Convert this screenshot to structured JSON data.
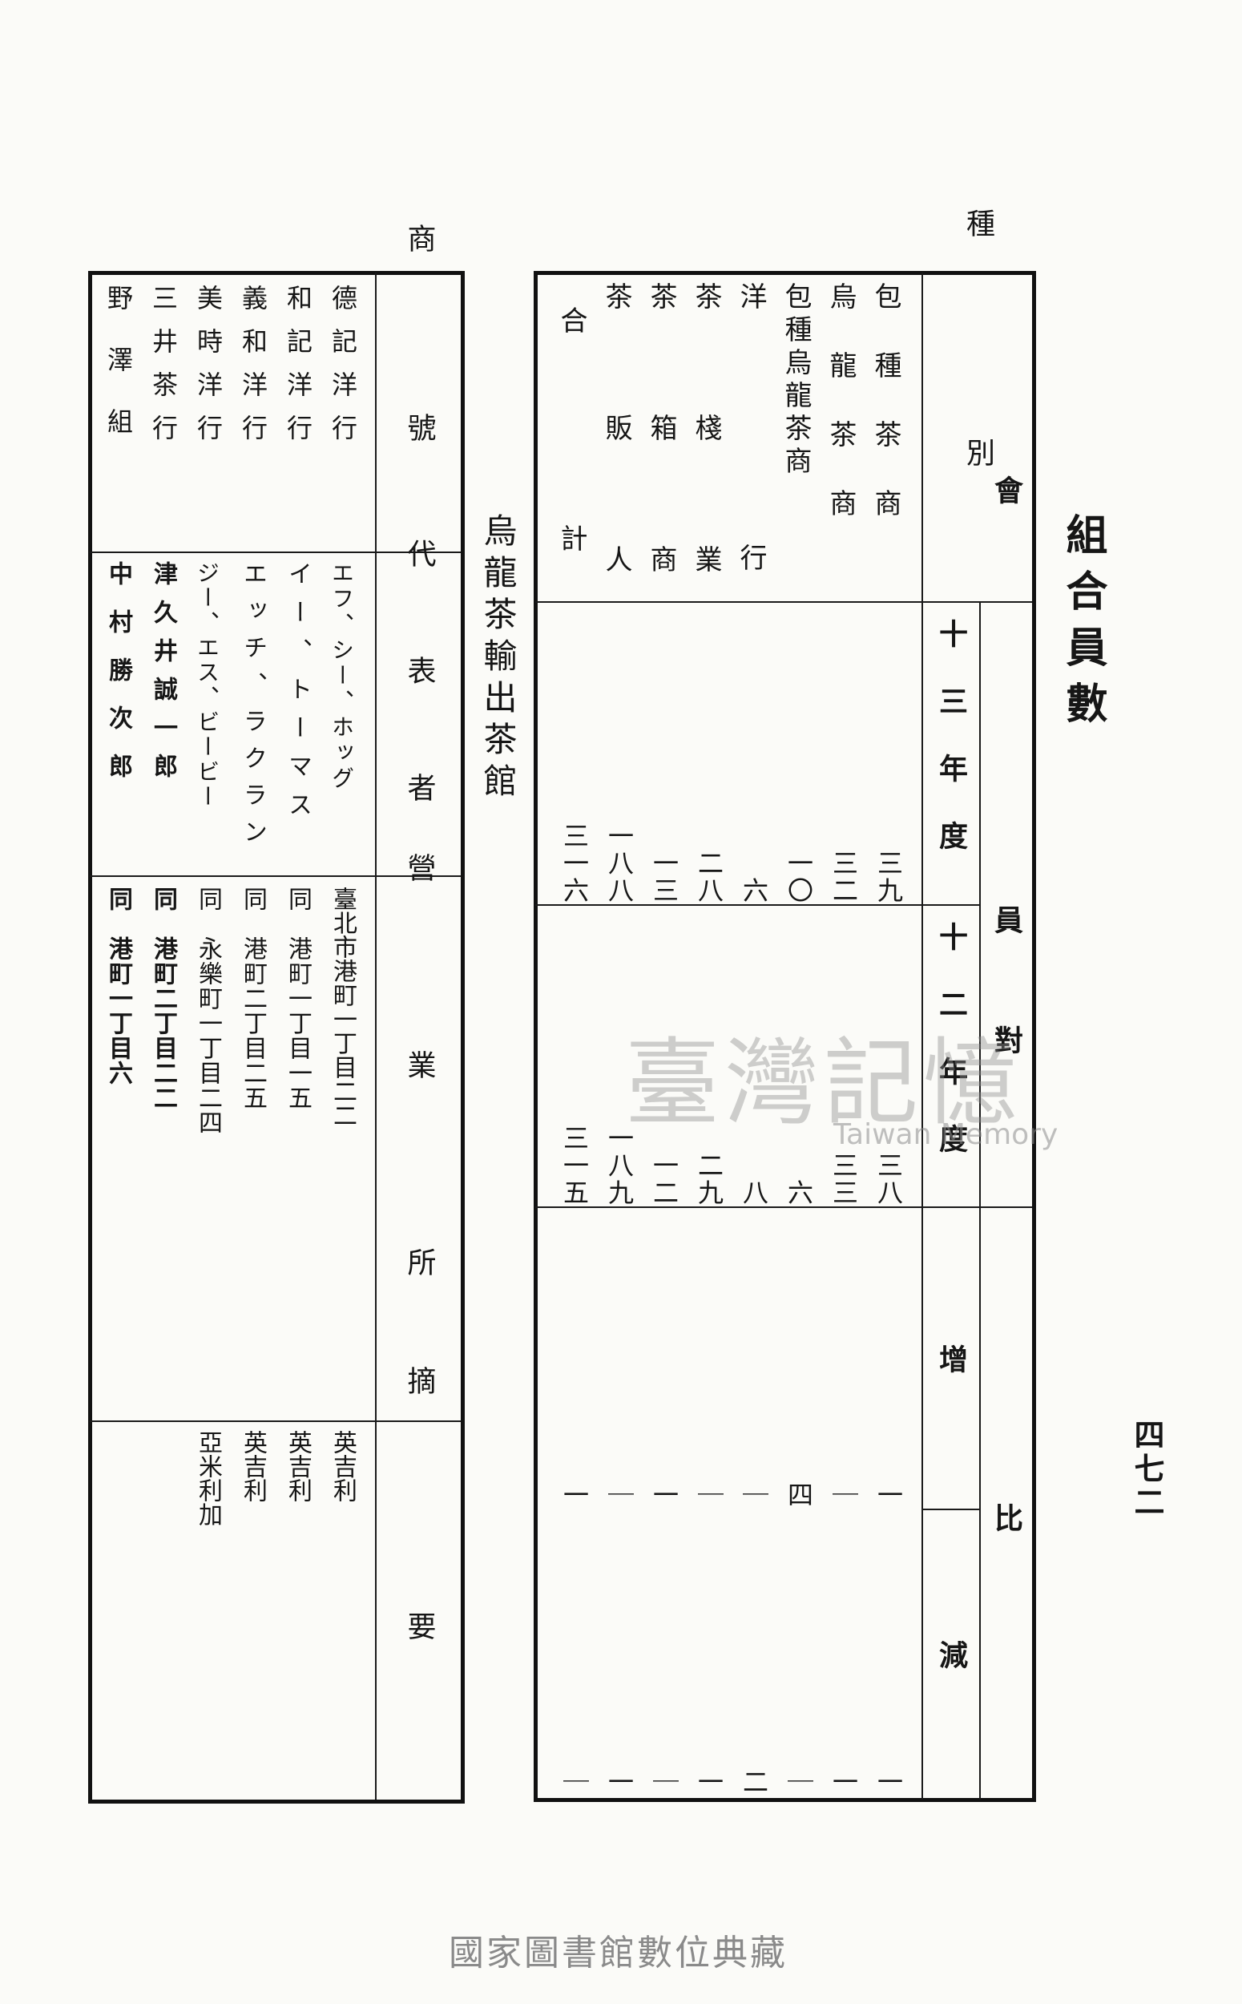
{
  "page_number": "四七二",
  "membership": {
    "title": "組合員數",
    "header_category": "種別",
    "header_members": "會員",
    "header_year13": "十三年度",
    "header_year12": "十二年度",
    "header_compare": "對比",
    "header_increase": "增",
    "header_decrease": "減",
    "rows": [
      {
        "category": "包種茶商",
        "y13": "三九",
        "y12": "三八",
        "increase": "一",
        "decrease": "一"
      },
      {
        "category": "烏龍茶商",
        "y13": "三二",
        "y12": "三三",
        "increase": "｜",
        "decrease": "一"
      },
      {
        "category": "包種烏龍茶商",
        "y13": "一〇",
        "y12": "六",
        "increase": "四",
        "decrease": "｜"
      },
      {
        "category": "洋行",
        "y13": "六",
        "y12": "八",
        "increase": "｜",
        "decrease": "二"
      },
      {
        "category": "茶棧業",
        "y13": "二八",
        "y12": "二九",
        "increase": "｜",
        "decrease": "一"
      },
      {
        "category": "茶箱商",
        "y13": "一三",
        "y12": "一二",
        "increase": "一",
        "decrease": "｜"
      },
      {
        "category": "茶販人",
        "y13": "一八八",
        "y12": "一八九",
        "increase": "｜",
        "decrease": "一"
      },
      {
        "category": "合計",
        "y13": "三一六",
        "y12": "三一五",
        "increase": "一",
        "decrease": "｜"
      }
    ]
  },
  "exporters": {
    "title": "烏龍茶輸出茶館",
    "header_name": "商號",
    "header_rep": "代表者",
    "header_address": "營業所",
    "header_note": "摘要",
    "rows": [
      {
        "name": "德記洋行",
        "rep": "エフ、シー、ホッグ",
        "address": "臺北市港町一丁目二二",
        "note": "英吉利"
      },
      {
        "name": "和記洋行",
        "rep": "イー、トーマス",
        "address": "同　港町一丁目一五",
        "note": "英吉利"
      },
      {
        "name": "義和洋行",
        "rep": "エッチ、ラクラン",
        "address": "同　港町二丁目二五",
        "note": "英吉利"
      },
      {
        "name": "美時洋行",
        "rep": "ジー、エス、ビービー",
        "address": "同　永樂町一丁目二四",
        "note": "亞米利加"
      },
      {
        "name": "三井茶行",
        "rep": "津久井誠一郎",
        "address": "同　港町二丁目二二",
        "note": ""
      },
      {
        "name": "野澤組",
        "rep": "中村勝次郎",
        "address": "同　港町一丁目六",
        "note": ""
      }
    ]
  },
  "watermark": {
    "chinese": "臺灣記憶",
    "english": "Taiwan Memory"
  },
  "footer": "國家圖書館數位典藏"
}
